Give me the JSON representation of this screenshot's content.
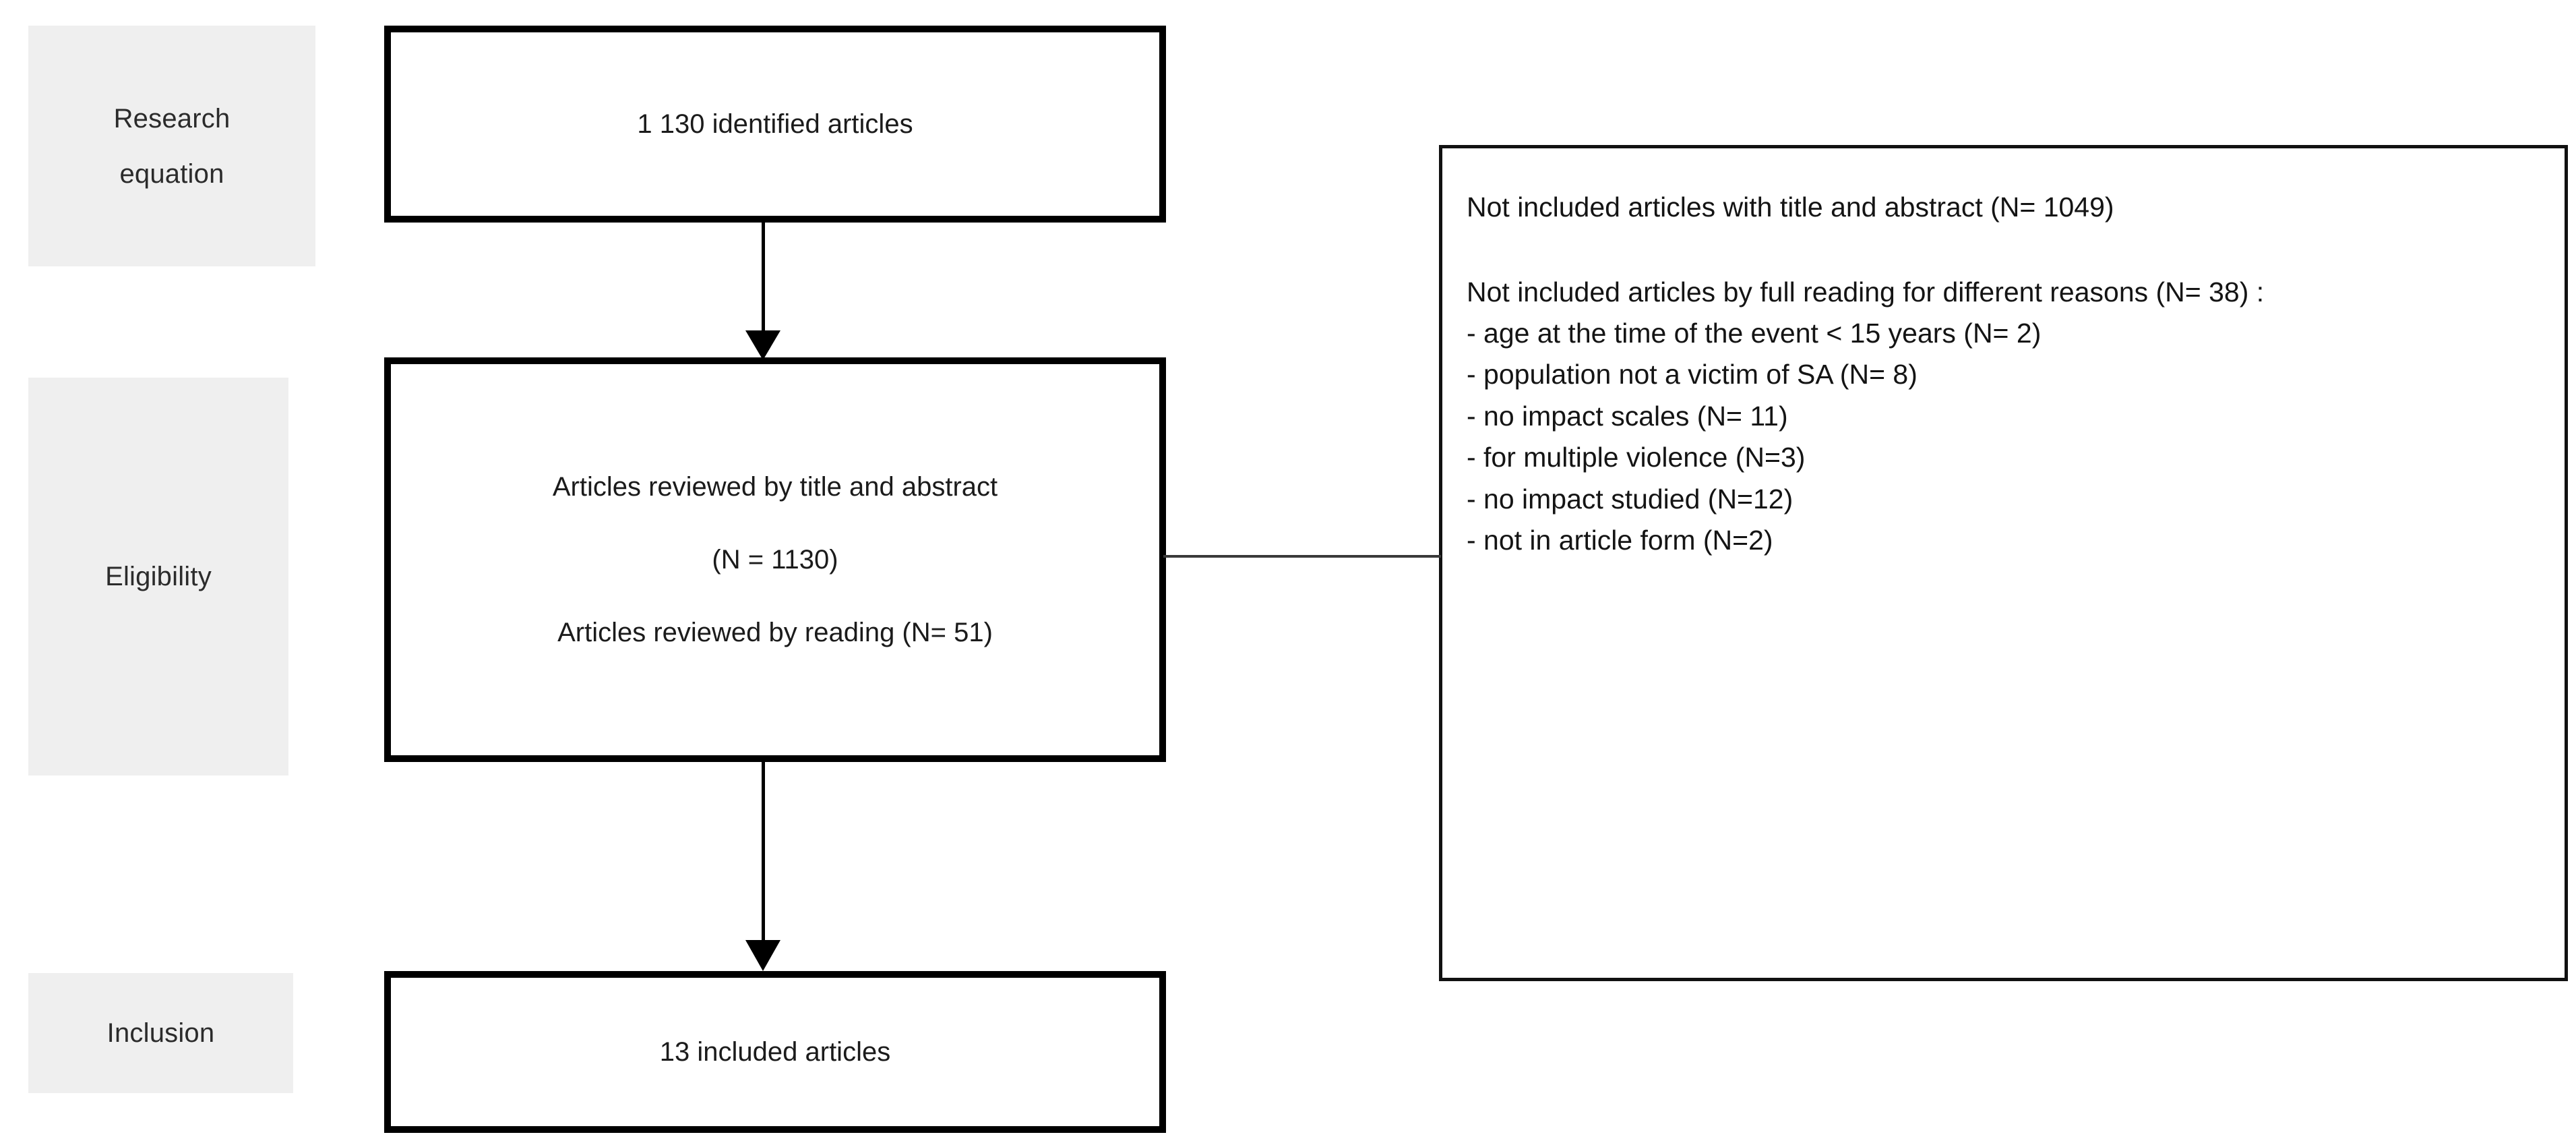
{
  "diagram": {
    "type": "prisma-flow-diagram",
    "title": "Study selection flow diagram",
    "label_background": "#efefef",
    "box_border_color": "#000000"
  },
  "stages": [
    {
      "id": "research-equation",
      "lines": [
        "Research",
        "equation"
      ]
    },
    {
      "id": "eligibility",
      "lines": [
        "Eligibility"
      ]
    },
    {
      "id": "inclusion",
      "lines": [
        "Inclusion"
      ]
    }
  ],
  "flow_boxes": {
    "identified": {
      "lines": [
        "1 130 identified articles"
      ],
      "count": 1130
    },
    "reviewed": {
      "lines": [
        "Articles reviewed by title and abstract",
        "(N = 1130)",
        "Articles reviewed by reading (N= 51)"
      ],
      "reviewed_title_abstract": 1130,
      "reviewed_full_reading": 51
    },
    "included": {
      "lines": [
        "13 included articles"
      ],
      "count": 13
    }
  },
  "exclusions": {
    "title_abstract_paragraph": "Not included articles with title and abstract (N= 1049)",
    "title_abstract_count": 1049,
    "full_reading_heading": "Not included articles by full reading for different reasons (N= 38) :",
    "full_reading_count": 38,
    "reasons": [
      {
        "text": "- age at the time of the event < 15 years (N= 2)",
        "n": 2
      },
      {
        "text": "- population not a victim of SA (N= 8)",
        "n": 8
      },
      {
        "text": "- no impact scales (N= 11)",
        "n": 11
      },
      {
        "text": "- for multiple violence (N=3)",
        "n": 3
      },
      {
        "text": "- no impact studied (N=12)",
        "n": 12
      },
      {
        "text": "- not in article form (N=2)",
        "n": 2
      }
    ]
  }
}
